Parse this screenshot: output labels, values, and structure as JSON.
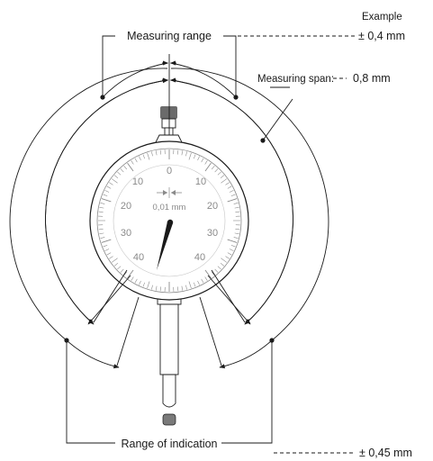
{
  "labels": {
    "measuring_range": "Measuring range",
    "measuring_span": "Measuring span:",
    "range_of_indication": "Range of indication",
    "example_title": "Example",
    "example_range_value": "± 0,4 mm",
    "example_span_value": "0,8 mm",
    "example_indication_value": "± 0,45 mm"
  },
  "dial": {
    "resolution_label": "0,01 mm",
    "top_value": "0",
    "left_values": [
      "10",
      "20",
      "30",
      "40"
    ],
    "right_values": [
      "10",
      "20",
      "30",
      "40"
    ]
  },
  "colors": {
    "ink": "#1a1a1a",
    "gauge_grey": "#8a8a8a"
  }
}
